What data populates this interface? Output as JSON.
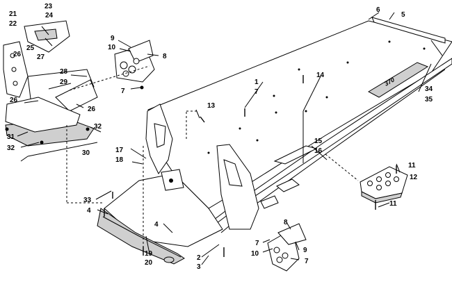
{
  "diagram": {
    "callouts": [
      {
        "id": "c1",
        "text": "1"
      },
      {
        "id": "c2",
        "text": "2"
      },
      {
        "id": "c3",
        "text": "3"
      },
      {
        "id": "c4a",
        "text": "4"
      },
      {
        "id": "c4b",
        "text": "4"
      },
      {
        "id": "c5",
        "text": "5"
      },
      {
        "id": "c6",
        "text": "6"
      },
      {
        "id": "c7a",
        "text": "7"
      },
      {
        "id": "c7b",
        "text": "7"
      },
      {
        "id": "c7c",
        "text": "7"
      },
      {
        "id": "c7d",
        "text": "7"
      },
      {
        "id": "c8a",
        "text": "8"
      },
      {
        "id": "c8b",
        "text": "8"
      },
      {
        "id": "c9a",
        "text": "9"
      },
      {
        "id": "c9b",
        "text": "9"
      },
      {
        "id": "c10a",
        "text": "10"
      },
      {
        "id": "c10b",
        "text": "10"
      },
      {
        "id": "c11a",
        "text": "11"
      },
      {
        "id": "c11b",
        "text": "11"
      },
      {
        "id": "c12",
        "text": "12"
      },
      {
        "id": "c13",
        "text": "13"
      },
      {
        "id": "c14",
        "text": "14"
      },
      {
        "id": "c15",
        "text": "15"
      },
      {
        "id": "c16",
        "text": "16"
      },
      {
        "id": "c17",
        "text": "17"
      },
      {
        "id": "c18",
        "text": "18"
      },
      {
        "id": "c19",
        "text": "19"
      },
      {
        "id": "c20",
        "text": "20"
      },
      {
        "id": "c21",
        "text": "21"
      },
      {
        "id": "c22",
        "text": "22"
      },
      {
        "id": "c23",
        "text": "23"
      },
      {
        "id": "c24",
        "text": "24"
      },
      {
        "id": "c25",
        "text": "25"
      },
      {
        "id": "c26a",
        "text": "26"
      },
      {
        "id": "c26b",
        "text": "26"
      },
      {
        "id": "c26c",
        "text": "26"
      },
      {
        "id": "c27",
        "text": "27"
      },
      {
        "id": "c28",
        "text": "28"
      },
      {
        "id": "c29",
        "text": "29"
      },
      {
        "id": "c30",
        "text": "30"
      },
      {
        "id": "c31",
        "text": "31"
      },
      {
        "id": "c32a",
        "text": "32"
      },
      {
        "id": "c32b",
        "text": "32"
      },
      {
        "id": "c33",
        "text": "33"
      },
      {
        "id": "c34",
        "text": "34"
      },
      {
        "id": "c35",
        "text": "35"
      }
    ],
    "decal_text": "370"
  }
}
